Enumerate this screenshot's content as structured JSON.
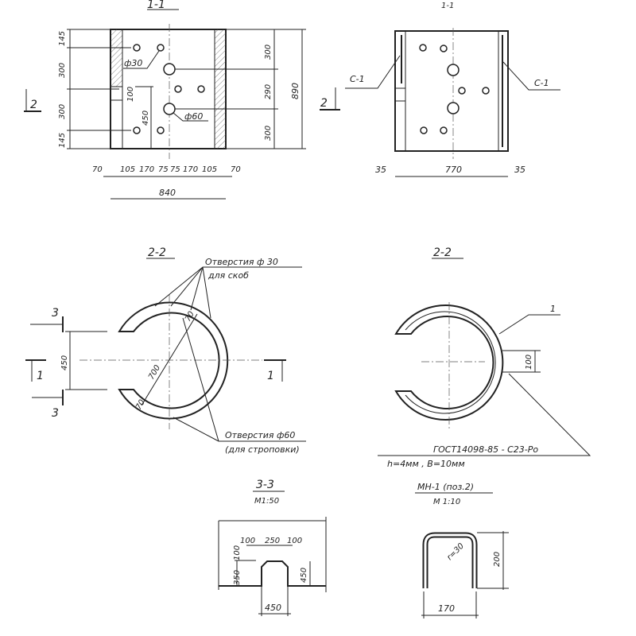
{
  "view_1_1": {
    "title": "1-1",
    "section_mark": "2",
    "dims_left": [
      "145",
      "300",
      "300",
      "145"
    ],
    "dims_right": [
      "300",
      "290",
      "300"
    ],
    "dim_total_height": "890",
    "dims_bottom": [
      "70",
      "105",
      "170",
      "75",
      "75",
      "170",
      "105",
      "70"
    ],
    "dim_total_width": "840",
    "hole_small_label": "ф30",
    "hole_large_label": "ф60",
    "dim_100": "100",
    "dim_450": "450"
  },
  "view_1_1_rebar": {
    "title": "1-1",
    "section_mark": "2",
    "callout_left": "С-1",
    "callout_right": "С-1",
    "dims_bottom": [
      "35",
      "770",
      "35"
    ]
  },
  "section_2_2_left": {
    "title": "2-2",
    "note_top_1": "Отверстия ф 30",
    "note_top_2": "для скоб",
    "note_bottom_1": "Отверстия ф60",
    "note_bottom_2": "(для строповки)",
    "dim_opening": "450",
    "dim_radius": "700",
    "dim_wall_1": "70",
    "dim_wall_2": "70",
    "section_mark_3": "3",
    "section_mark_1": "1"
  },
  "section_2_2_right": {
    "title": "2-2",
    "callout": "1",
    "dim_100": "100",
    "spec_line_1": "ГОСТ14098-85  - С23-Ро",
    "spec_line_2": "h=4мм , В=10мм"
  },
  "section_3_3": {
    "title": "3-3",
    "scale": "М1:50",
    "dims_top": [
      "100",
      "250",
      "100"
    ],
    "dim_100": "100",
    "dim_350": "350",
    "dim_450_h": "450",
    "dim_450_w": "450"
  },
  "detail_mn1": {
    "title": "МН-1 (поз.2)",
    "scale": "М 1:10",
    "radius": "r=30",
    "dim_height": "200",
    "dim_width": "170"
  }
}
